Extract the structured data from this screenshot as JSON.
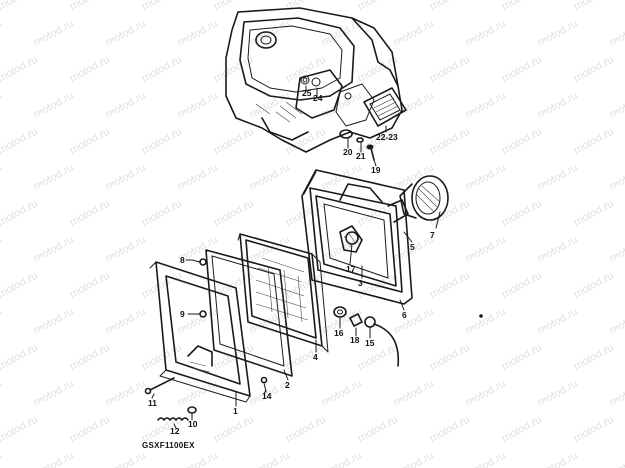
{
  "diagram": {
    "watermark": "motod.ru",
    "code": "GSXF1100EX",
    "callouts": {
      "c1": "1",
      "c2": "2",
      "c3": "3",
      "c4": "4",
      "c5": "5",
      "c6": "6",
      "c7": "7",
      "c8": "8",
      "c9": "9",
      "c10": "10",
      "c11": "11",
      "c12": "12",
      "c14": "14",
      "c15": "15",
      "c16": "16",
      "c17": "17",
      "c18": "18",
      "c19": "19",
      "c20": "20",
      "c21": "21",
      "c22_23": "22-23",
      "c24": "24",
      "c25": "25"
    }
  }
}
